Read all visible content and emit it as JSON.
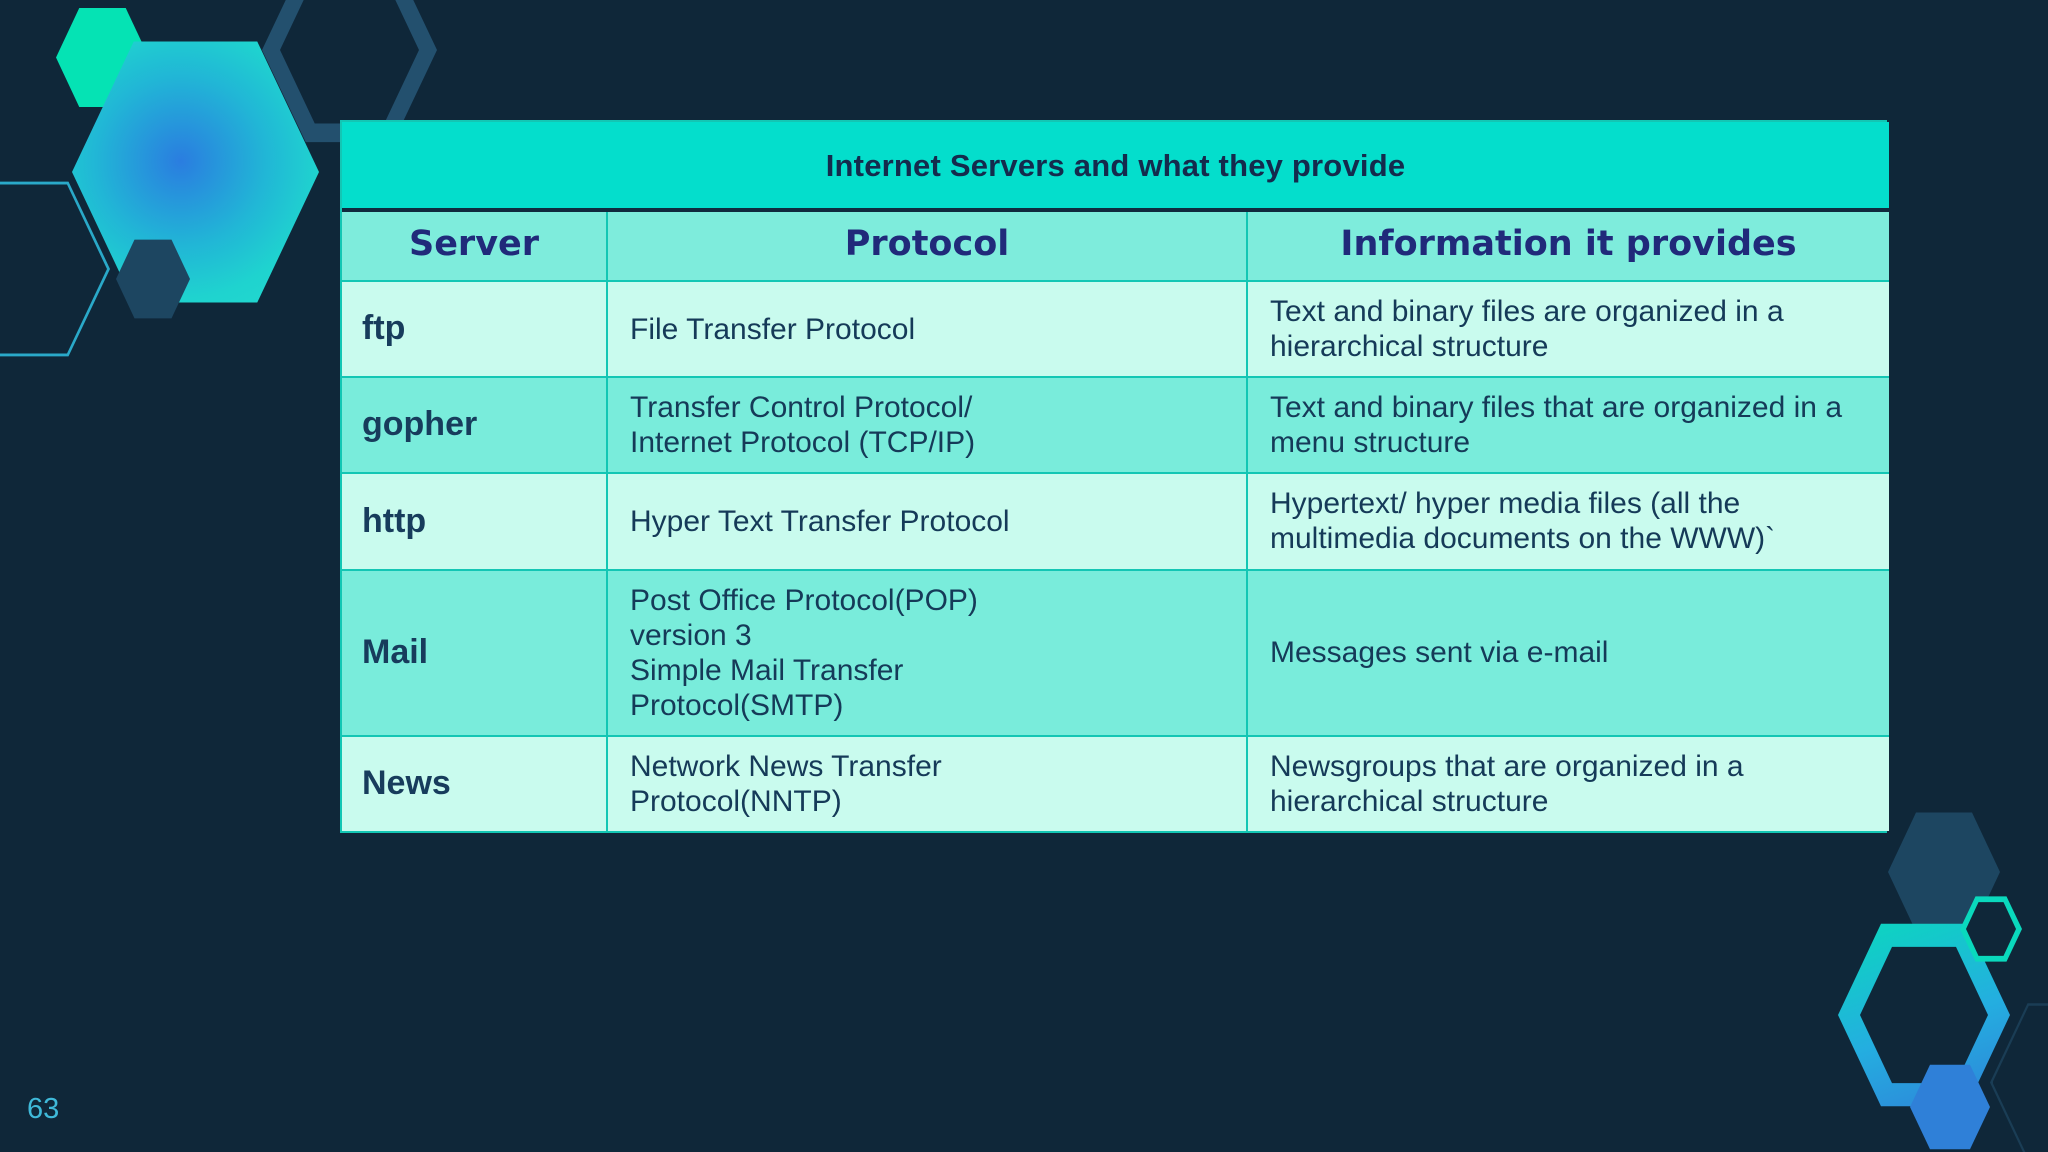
{
  "slide": {
    "background_color": "#0f2739",
    "page_number": "63"
  },
  "table": {
    "title": "Internet Servers and what they provide",
    "title_bg": "#04decc",
    "header_bg": "#7eecdc",
    "header_text_color": "#202a7a",
    "row_odd_bg": "#c9fbee",
    "row_even_bg": "#79ecdb",
    "grid_color": "#13c6b4",
    "columns": [
      "Server",
      "Protocol",
      "Information it provides"
    ],
    "rows": [
      {
        "server": "ftp",
        "protocol": "File Transfer Protocol",
        "information": "Text and binary files are organized in a  hierarchical structure"
      },
      {
        "server": "gopher",
        "protocol": "Transfer Control Protocol/\nInternet Protocol (TCP/IP)",
        "information": "Text and binary files that are organized in a menu structure"
      },
      {
        "server": "http",
        "protocol": "Hyper Text Transfer Protocol",
        "information": "Hypertext/ hyper media files (all the multimedia documents on the WWW)`"
      },
      {
        "server": "Mail",
        "protocol": "Post Office Protocol(POP)\nversion 3\nSimple Mail Transfer\nProtocol(SMTP)",
        "information": "Messages sent via e-mail"
      },
      {
        "server": "News",
        "protocol": "Network News Transfer\nProtocol(NNTP)",
        "information": "Newsgroups that are organized in a hierarchical structure"
      }
    ]
  },
  "decorations": {
    "hex_small_teal": "#05e3b4",
    "hex_big_gradient_center": "#2a7de0",
    "hex_big_gradient_edge": "#22ddd0",
    "hex_dark_solid": "#1d4661",
    "hex_cyan_outline": "#2aa9c9",
    "hex_blue_solid": "#2f80d8"
  }
}
